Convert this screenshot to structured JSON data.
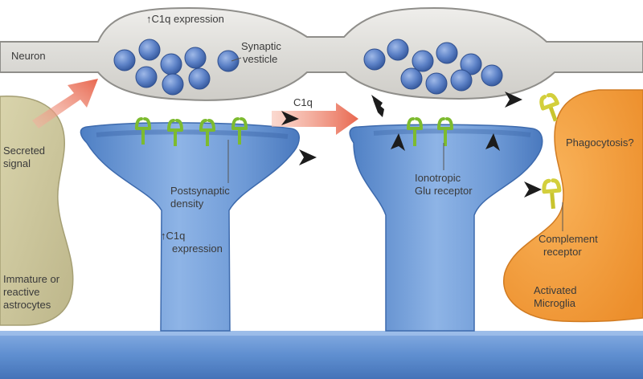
{
  "labels": {
    "neuron": "Neuron",
    "c1q_expression_top": "↑C1q expression",
    "synaptic_vesicle_1": "Synaptic",
    "synaptic_vesicle_2": "vesticle",
    "c1q": "C1q",
    "secreted_signal_1": "Secreted",
    "secreted_signal_2": "signal",
    "postsynaptic_density_1": "Postsynaptic",
    "postsynaptic_density_2": "density",
    "c1q_expression_mid_1": "↑C1q",
    "c1q_expression_mid_2": "expression",
    "ionotropic_1": "Ionotropic",
    "ionotropic_2": "Glu receptor",
    "phagocytosis": "Phagocytosis?",
    "complement_1": "Complement",
    "complement_2": "receptor",
    "astrocytes_1": "Immature or",
    "astrocytes_2": "reactive",
    "astrocytes_3": "astrocytes",
    "microglia_1": "Activated",
    "microglia_2": "Microglia"
  },
  "colors": {
    "neuron_fill": "#e3e2df",
    "neuron_stroke": "#8f8e8a",
    "vesicle": "#5d82c7",
    "dendrite": "#5f8fd0",
    "dendrite_light": "#9fc0ea",
    "receptor": "#8cc83a",
    "astrocyte": "#c9c39a",
    "microglia": "#f3a440",
    "signal_arrow": "#e8705a",
    "complement_receptor": "#d3cf3c",
    "c1q_tag": "#1c1c1c"
  }
}
